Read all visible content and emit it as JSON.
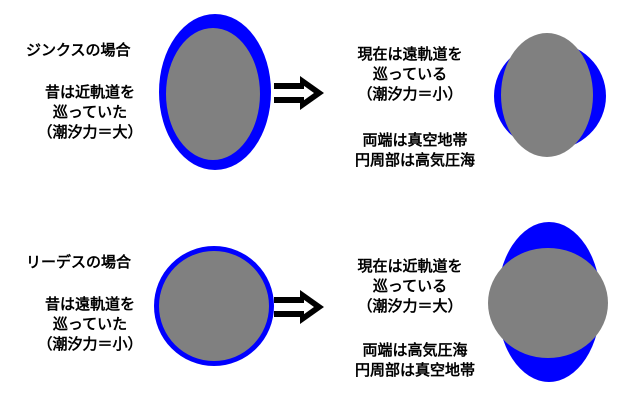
{
  "colors": {
    "outer": "#0000ff",
    "inner": "#808080",
    "text": "#000000",
    "background": "#ffffff"
  },
  "jinx": {
    "title": "ジンクスの場合",
    "before": [
      "昔は近軌道を",
      "巡っていた",
      "（潮汐力＝大）"
    ],
    "after": [
      "現在は遠軌道を",
      "巡っている",
      "（潮汐力＝小）"
    ],
    "note": [
      "両端は真空地帯",
      "円周部は高気圧海"
    ]
  },
  "lydes": {
    "title": "リーデスの場合",
    "before": [
      "昔は遠軌道を",
      "巡っていた",
      "（潮汐力＝小）"
    ],
    "after": [
      "現在は近軌道を",
      "巡っている",
      "（潮汐力＝大）"
    ],
    "note": [
      "両端は高気圧海",
      "円周部は真空地帯"
    ]
  },
  "icons": {
    "transition_arrow": "double-right-arrow-icon"
  }
}
